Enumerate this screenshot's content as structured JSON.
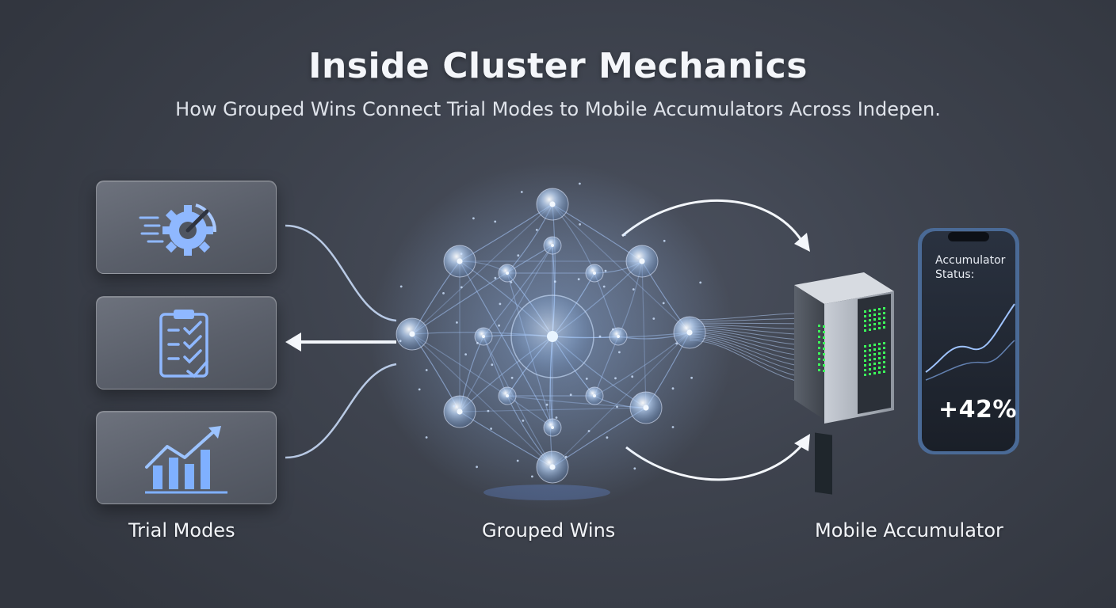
{
  "header": {
    "title": "Inside Cluster Mechanics",
    "subtitle": "How Grouped Wins Connect Trial Modes to Mobile Accumulators Across Indepen."
  },
  "sections": {
    "trial_modes": "Trial Modes",
    "grouped_wins": "Grouped Wins",
    "mobile_accumulator": "Mobile Accumulator"
  },
  "cards": [
    {
      "icon": "speed-gear-icon"
    },
    {
      "icon": "checklist-clipboard-icon"
    },
    {
      "icon": "growth-bar-chart-icon"
    }
  ],
  "phone": {
    "status_label": "Accumulator Status:",
    "value": "+42%"
  },
  "colors": {
    "accent_blue": "#7fb6ff",
    "node_glow": "#bcd8ff",
    "led_green": "#3cff5a"
  }
}
